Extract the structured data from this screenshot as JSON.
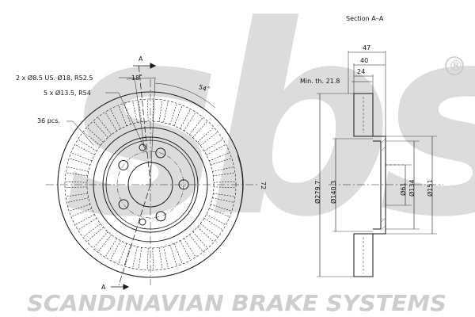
{
  "watermark": {
    "letters": "sbs",
    "registered_mark": "®",
    "company_name": "SCANDINAVIAN BRAKE SYSTEMS",
    "color": "#d8d8d8",
    "name_color": "#cfcfcf"
  },
  "front_view": {
    "section_marker": "A",
    "labels": {
      "holes_small": "2 x Ø8.5 US. Ø18, R52.5",
      "holes_bolt": "5 x Ø13.5, R54",
      "vanes": "36 pcs.",
      "angle_18": "18˚",
      "angle_54": "54˚",
      "thickness_72": "72"
    }
  },
  "section_view": {
    "title": "Section A–A",
    "dims": {
      "d47": "47",
      "d40": "40",
      "d24": "24",
      "min_th": "Min. th. 21.8",
      "od": "Ø279.7",
      "hat": "Ø140.3",
      "bore": "Ø61",
      "d134": "Ø134",
      "d151": "Ø151"
    }
  },
  "colors": {
    "line": "#1a1a1a",
    "dashed": "#333333"
  }
}
